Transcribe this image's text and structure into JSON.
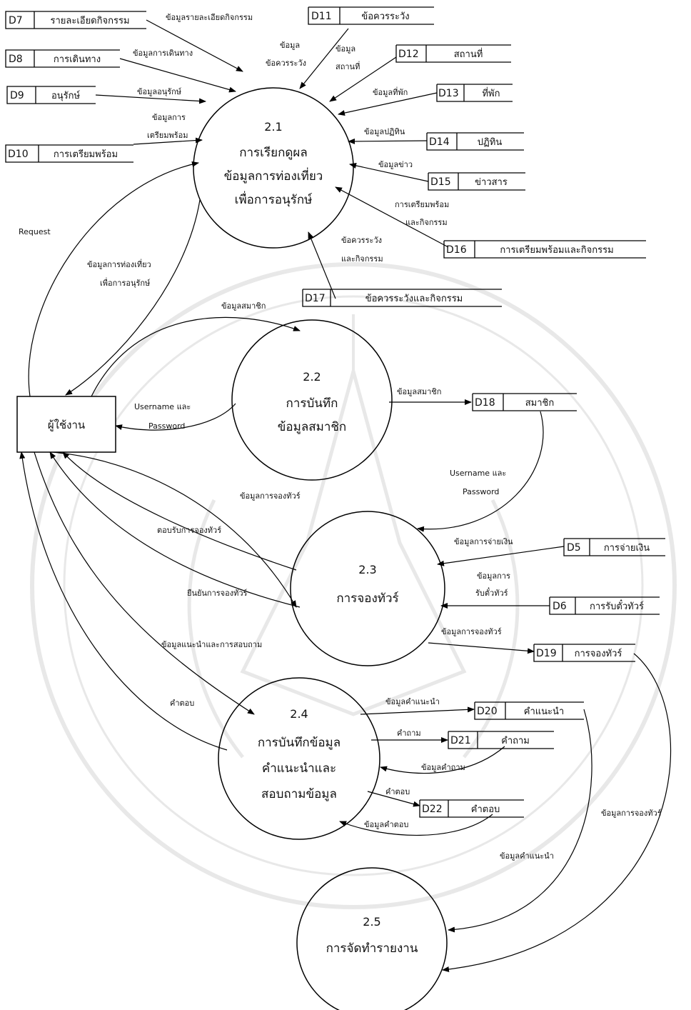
{
  "external_entity": {
    "label": "ผู้ใช้งาน"
  },
  "processes": [
    {
      "id": "2.1",
      "lines": [
        "การเรียกดูผล",
        "ข้อมูลการท่องเที่ยว",
        "เพื่อการอนุรักษ์"
      ]
    },
    {
      "id": "2.2",
      "lines": [
        "การบันทึก",
        "ข้อมูลสมาชิก"
      ]
    },
    {
      "id": "2.3",
      "lines": [
        "การจองทัวร์"
      ]
    },
    {
      "id": "2.4",
      "lines": [
        "การบันทึกข้อมูล",
        "คำแนะนำและ",
        "สอบถามข้อมูล"
      ]
    },
    {
      "id": "2.5",
      "lines": [
        "การจัดทำรายงาน"
      ]
    }
  ],
  "stores": [
    {
      "id": "D7",
      "name": "รายละเอียดกิจกรรม"
    },
    {
      "id": "D8",
      "name": "การเดินทาง"
    },
    {
      "id": "D9",
      "name": "อนุรักษ์"
    },
    {
      "id": "D10",
      "name": "การเตรียมพร้อม"
    },
    {
      "id": "D11",
      "name": "ข้อควรระวัง"
    },
    {
      "id": "D12",
      "name": "สถานที่"
    },
    {
      "id": "D13",
      "name": "ที่พัก"
    },
    {
      "id": "D14",
      "name": "ปฏิทิน"
    },
    {
      "id": "D15",
      "name": "ข่าวสาร"
    },
    {
      "id": "D16",
      "name": "การเตรียมพร้อมและกิจกรรม"
    },
    {
      "id": "D17",
      "name": "ข้อควรระวังและกิจกรรม"
    },
    {
      "id": "D18",
      "name": "สมาชิก"
    },
    {
      "id": "D5",
      "name": "การจ่ายเงิน"
    },
    {
      "id": "D6",
      "name": "การรับตั๋วทัวร์"
    },
    {
      "id": "D19",
      "name": "การจองทัวร์"
    },
    {
      "id": "D20",
      "name": "คำแนะนำ"
    },
    {
      "id": "D21",
      "name": "คำถาม"
    },
    {
      "id": "D22",
      "name": "คำตอบ"
    }
  ],
  "flows": [
    "ข้อมูลรายละเอียดกิจกรรม",
    "ข้อมูลการเดินทาง",
    "ข้อมูลอนุรักษ์",
    "ข้อมูลการ",
    "เตรียมพร้อม",
    "ข้อมูล",
    "ข้อควรระวัง",
    "ข้อมูล",
    "สถานที่",
    "ข้อมูลที่พัก",
    "ข้อมูลปฏิทิน",
    "ข้อมูลข่าว",
    "การเตรียมพร้อม",
    "และกิจกรรม",
    "ข้อควรระวัง",
    "และกิจกรรม",
    "Request",
    "ข้อมูลการท่องเที่ยว",
    "เพื่อการอนุรักษ์",
    "ข้อมูลสมาชิก",
    "Username และ",
    "Password",
    "ข้อมูลสมาชิก",
    "Username และ",
    "Password",
    "ข้อมูลการจองทัวร์",
    "ตอบรับการจองทัวร์",
    "ยืนยันการจองทัวร์",
    "ข้อมูลการจ่ายเงิน",
    "ข้อมูลการ",
    "รับตั๋วทัวร์",
    "ข้อมูลการจองทัวร์",
    "ข้อมูลแนะนำและการสอบถาม",
    "คำตอบ",
    "ข้อมูลคำแนะนำ",
    "คำถาม",
    "ข้อมูลคำถาม",
    "คำตอบ",
    "ข้อมูลคำตอบ",
    "ข้อมูลการจองทัวร์",
    "ข้อมูลคำแนะนำ"
  ]
}
